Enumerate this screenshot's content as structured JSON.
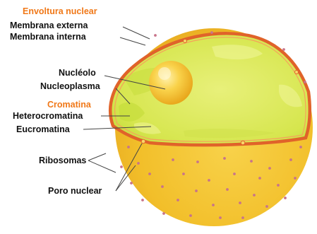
{
  "labels": {
    "envoltura_nuclear": "Envoltura nuclear",
    "membrana_externa": "Membrana externa",
    "membrana_interna": "Membrana interna",
    "nucleolo": "Nucléolo",
    "nucleoplasma": "Nucleoplasma",
    "cromatina": "Cromatina",
    "heterocromatina": "Heterocromatina",
    "eucromatina": "Eucromatina",
    "ribosomas": "Ribosomas",
    "poro_nuclear": "Poro nuclear"
  },
  "colors": {
    "heading_accent": "#f07818",
    "label_text": "#111111",
    "membrane": "#e0632a",
    "outer_sphere": "#f4c22a",
    "nucleoplasm": "#e4ee6e",
    "nucleolus": "#f7c23a",
    "ribosome": "#c8748a"
  }
}
